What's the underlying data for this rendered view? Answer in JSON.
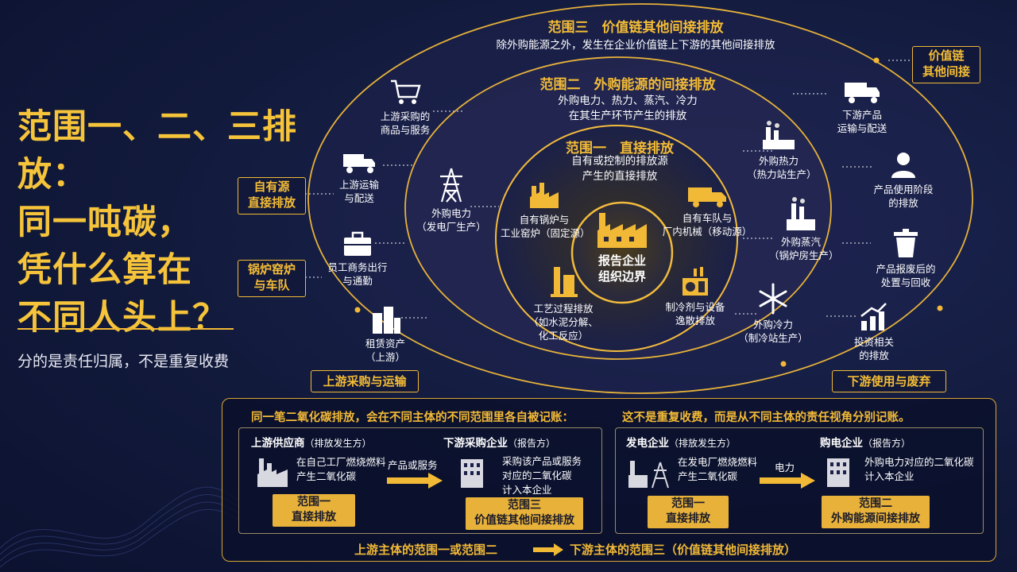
{
  "title": {
    "line1": "范围一、二、三排放：",
    "line2": "同一吨碳，",
    "line3": "凭什么算在",
    "line4": "不同人头上？",
    "subtitle": "分的是责任归属，不是重复收费"
  },
  "scope3": {
    "title": "范围三　价值链其他间接排放",
    "desc": "除外购能源之外，发生在企业价值链上下游的其他间接排放"
  },
  "scope2": {
    "title": "范围二　外购能源的间接排放",
    "desc1": "外购电力、热力、蒸汽、冷力",
    "desc2": "在其生产环节产生的排放"
  },
  "scope1": {
    "title": "范围一　直接排放",
    "desc1": "自有或控制的排放源",
    "desc2": "产生的直接排放"
  },
  "core": {
    "line1": "报告企业",
    "line2": "组织边界"
  },
  "scope1_items": {
    "boiler": {
      "l1": "自有锅炉与",
      "l2": "工业窑炉（固定源）"
    },
    "fleet": {
      "l1": "自有车队与",
      "l2": "厂内机械（移动源）"
    },
    "process": {
      "l1": "工艺过程排放",
      "l2": "（如水泥分解、",
      "l3": "化工反应）"
    },
    "refrigerant": {
      "l1": "制冷剂与设备",
      "l2": "逸散排放"
    }
  },
  "scope2_items": {
    "power": {
      "l1": "外购电力",
      "l2": "（发电厂生产）"
    },
    "heat": {
      "l1": "外购热力",
      "l2": "（热力站生产）"
    },
    "steam": {
      "l1": "外购蒸汽",
      "l2": "（锅炉房生产）"
    },
    "cooling": {
      "l1": "外购冷力",
      "l2": "（制冷站生产）"
    }
  },
  "scope3_items": {
    "goods": {
      "l1": "上游采购的",
      "l2": "商品与服务"
    },
    "upstream_transport": {
      "l1": "上游运输",
      "l2": "与配送"
    },
    "travel": {
      "l1": "员工商务出行",
      "l2": "与通勤"
    },
    "leased": {
      "l1": "租赁资产",
      "l2": "（上游）"
    },
    "downstream_transport": {
      "l1": "下游产品",
      "l2": "运输与配送"
    },
    "use": {
      "l1": "产品使用阶段",
      "l2": "的排放"
    },
    "eol": {
      "l1": "产品报废后的",
      "l2": "处置与回收"
    },
    "investment": {
      "l1": "投资相关",
      "l2": "的排放"
    }
  },
  "tags": {
    "own": {
      "l1": "自有源",
      "l2": "直接排放"
    },
    "boiler": {
      "l1": "锅炉窑炉",
      "l2": "与车队"
    },
    "value_chain": {
      "l1": "价值链",
      "l2": "其他间接"
    },
    "upstream": "上游采购与运输",
    "downstream": "下游使用与废弃"
  },
  "panel": {
    "header_left": "同一笔二氧化碳排放，会在不同主体的不同范围里各自被记账：",
    "header_right": "这不是重复收费，而是从不同主体的责任视角分别记账。",
    "left": {
      "supplier": "上游供应商",
      "supplier_note": "（排放发生方）",
      "supplier_text1": "在自己工厂燃烧燃料",
      "supplier_text2": "产生二氧化碳",
      "arrow_label": "产品或服务",
      "buyer": "下游采购企业",
      "buyer_note": "（报告方）",
      "buyer_text1": "采购该产品或服务",
      "buyer_text2": "对应的二氧化碳",
      "buyer_text3": "计入本企业",
      "box1_l1": "范围一",
      "box1_l2": "直接排放",
      "box2_l1": "范围三",
      "box2_l2": "价值链其他间接排放"
    },
    "right": {
      "generator": "发电企业",
      "generator_note": "（排放发生方）",
      "generator_text1": "在发电厂燃烧燃料",
      "generator_text2": "产生二氧化碳",
      "arrow_label": "电力",
      "buyer": "购电企业",
      "buyer_note": "（报告方）",
      "buyer_text1": "外购电力对应的二氧化碳",
      "buyer_text2": "计入本企业",
      "box1_l1": "范围一",
      "box1_l2": "直接排放",
      "box2_l1": "范围二",
      "box2_l2": "外购能源间接排放"
    },
    "footer_left": "上游主体的范围一或范围二",
    "footer_right": "下游主体的范围三（价值链其他间接排放）"
  },
  "colors": {
    "gold": "#f2b936",
    "background": "#121a3c"
  }
}
